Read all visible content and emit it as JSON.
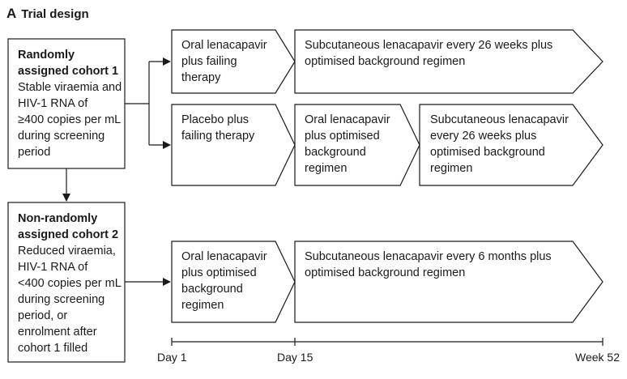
{
  "panel": {
    "letter": "A",
    "title": "Trial design"
  },
  "cohorts": [
    {
      "heading_lines": [
        "Randomly",
        "assigned cohort 1"
      ],
      "body_lines": [
        "Stable viraemia and",
        "HIV-1 RNA of",
        "≥400 copies per mL",
        "during screening",
        "period"
      ]
    },
    {
      "heading_lines": [
        "Non-randomly",
        "assigned cohort 2"
      ],
      "body_lines": [
        "Reduced viraemia,",
        "HIV-1 RNA of",
        "<400 copies per mL",
        "during screening",
        "period, or",
        "enrolment after",
        "cohort 1 filled"
      ]
    }
  ],
  "phases": {
    "c1_active_oral": [
      "Oral lenacapavir",
      "plus failing",
      "therapy"
    ],
    "c1_active_sc": [
      "Subcutaneous lenacapavir every 26 weeks plus",
      "optimised background regimen"
    ],
    "c1_placebo": [
      "Placebo plus",
      "failing therapy"
    ],
    "c1_placebo_oral": [
      "Oral lenacapavir",
      "plus optimised",
      "background",
      "regimen"
    ],
    "c1_placebo_sc": [
      "Subcutaneous lenacapavir",
      "every 26 weeks plus",
      "optimised background",
      "regimen"
    ],
    "c2_oral": [
      "Oral lenacapavir",
      "plus optimised",
      "background",
      "regimen"
    ],
    "c2_sc": [
      "Subcutaneous lenacapavir every 6 months plus",
      "optimised background regimen"
    ]
  },
  "timeline": {
    "ticks": [
      "Day 1",
      "Day 15",
      "Week 52"
    ]
  }
}
